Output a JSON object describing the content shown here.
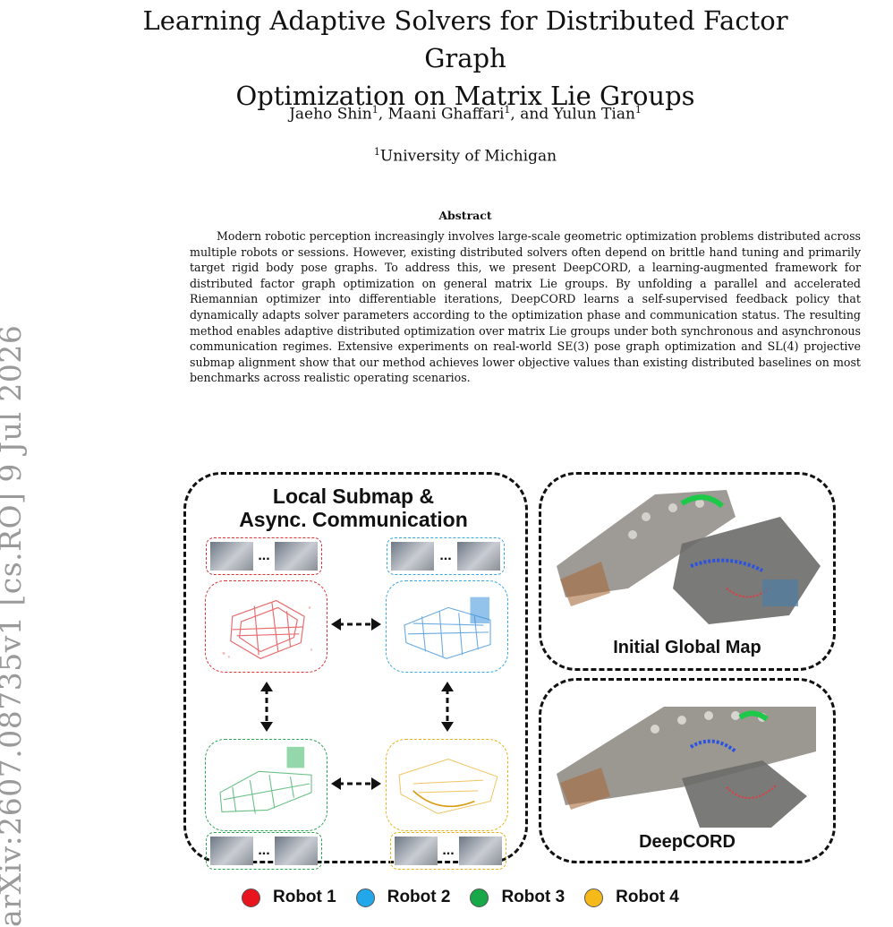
{
  "side_id": "arXiv:2607.08735v1  [cs.RO]  9 Jul 2026",
  "title_line1": "Learning Adaptive Solvers for Distributed Factor Graph",
  "title_line2": "Optimization on Matrix Lie Groups",
  "authors": [
    {
      "name": "Jaeho Shin",
      "sup": "1",
      "sep": ", "
    },
    {
      "name": "Maani Ghaffari",
      "sup": "1",
      "sep": ", and "
    },
    {
      "name": "Yulun Tian",
      "sup": "1",
      "sep": ""
    }
  ],
  "affiliation": {
    "sup": "1",
    "name": "University of Michigan"
  },
  "abstract_heading": "Abstract",
  "abstract_text": "Modern robotic perception increasingly involves large-scale geometric optimization problems distributed across multiple robots or sessions. However, existing distributed solvers often depend on brittle hand tuning and primarily target rigid body pose graphs. To address this, we present DeepCORD, a learning-augmented framework for distributed factor graph optimization on general matrix Lie groups. By unfolding a parallel and accelerated Riemannian optimizer into differentiable iterations, DeepCORD learns a self-supervised feedback policy that dynamically adapts solver parameters according to the optimization phase and communication status. The resulting method enables adaptive distributed optimization over matrix Lie groups under both synchronous and asynchronous communication regimes. Extensive experiments on real-world SE(3) pose graph optimization and SL(4) projective submap alignment show that our method achieves lower objective values than existing distributed baselines on most benchmarks across realistic operating scenarios.",
  "figure": {
    "local_title_line1": "Local Submap &",
    "local_title_line2": "Async. Communication",
    "initial_title": "Initial Global Map",
    "deepcord_title": "DeepCORD",
    "dots": "..."
  },
  "legend": [
    {
      "label": "Robot 1",
      "color": "#e8141e"
    },
    {
      "label": "Robot 2",
      "color": "#22a7ea"
    },
    {
      "label": "Robot 3",
      "color": "#17a84a"
    },
    {
      "label": "Robot 4",
      "color": "#f5b91a"
    }
  ]
}
